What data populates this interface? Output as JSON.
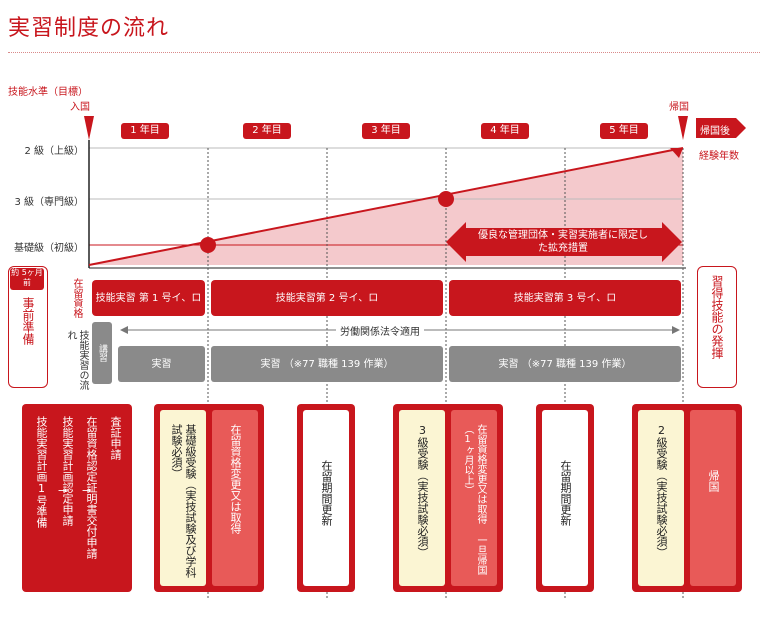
{
  "title": "実習制度の流れ",
  "axis_label": "技能水準（目標）",
  "entry_label": "入国",
  "return_label": "帰国",
  "after_return_label": "帰国後",
  "experience_years_label": "経験年数",
  "years": [
    "1 年目",
    "2 年目",
    "3 年目",
    "4 年目",
    "5 年目"
  ],
  "levels": [
    "2 級（上級）",
    "3 級（専門級）",
    "基礎級（初級）"
  ],
  "expansion_text": "優良な管理団体・実習実施者に限定した拡充措置",
  "prior_badge": "約 5ヶ月前",
  "prior_prep": "事前準備",
  "residence_label": "在留資格",
  "residence_bars": [
    "技能実習 第 1 号イ、ロ",
    "技能実習第 2 号イ、ロ",
    "技能実習第 3 号イ、ロ"
  ],
  "flow_label": "技能実習の流れ",
  "lecture_label": "講習",
  "labor_law_text": "労働関係法令適用",
  "practice_bars": [
    "実習",
    "実習 （※77 職種 139 作業）",
    "実習 （※77 職種 139 作業）"
  ],
  "skill_use_label": "習得技能の発揮",
  "left_panel_cols": [
    "査証申請",
    "在留資格認定証明書交付申請",
    "技能実習計画認定申請",
    "技能実習計画1号準備"
  ],
  "arrow_glyph": "→",
  "panel1": [
    "基礎級受験（実技試験及び学科試験必須）",
    "在留資格変更又は取得"
  ],
  "panel2": "在留期間更新",
  "panel3": [
    "3級受験（実技試験必須）",
    "在留資格変更又は取得 一旦帰国（1ヶ月以上）"
  ],
  "panel4": "在留期間更新",
  "panel5": [
    "2級受験（実技試験必須）",
    "帰国"
  ],
  "colors": {
    "accent": "#c8161d",
    "pink_fill": "#f4c9cc",
    "gray": "#8a8a8a",
    "cream": "#fbf5d3"
  }
}
